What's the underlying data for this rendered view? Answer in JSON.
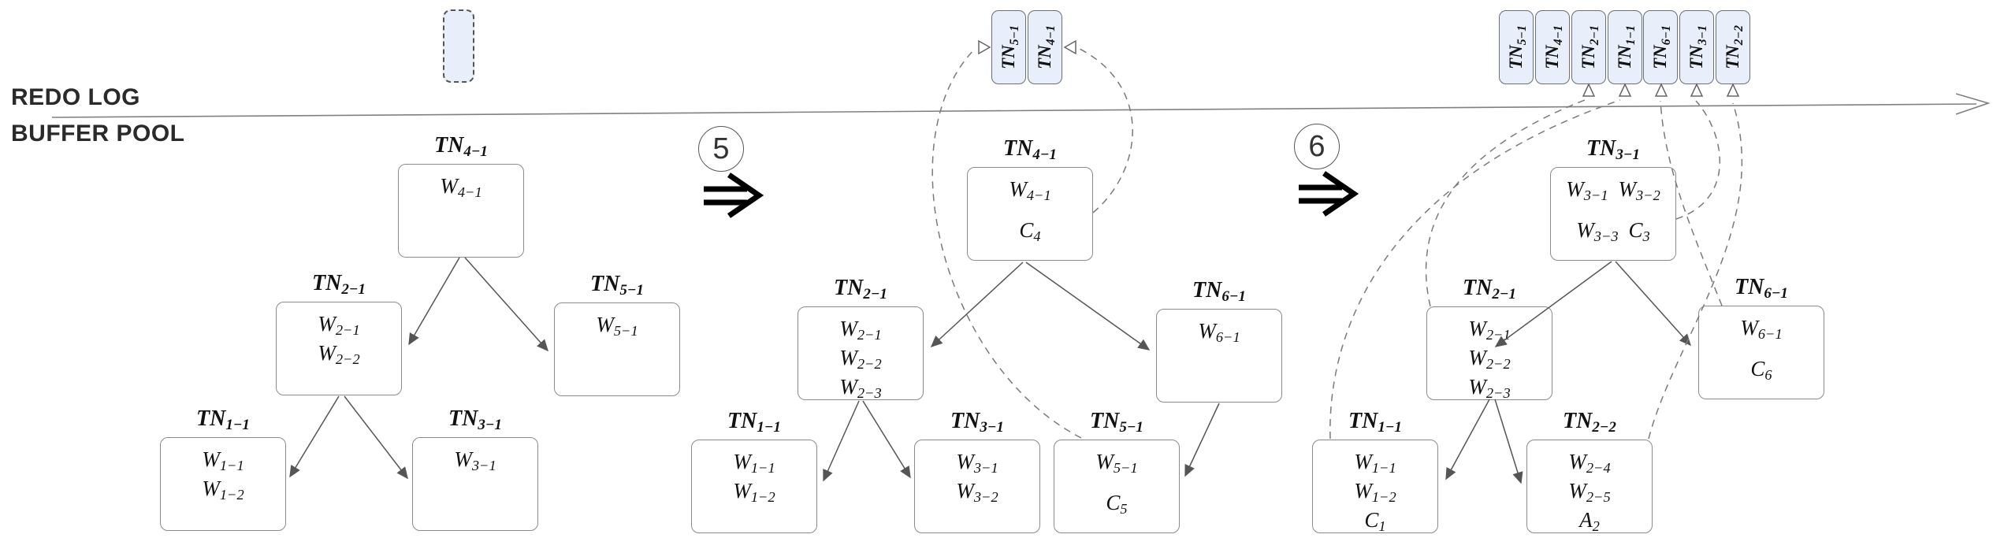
{
  "header": {
    "redo_log_label": "REDO LOG",
    "buffer_pool_label": "BUFFER POOL"
  },
  "steps": [
    {
      "number": "5",
      "arrow_icon": "double-arrow-right"
    },
    {
      "number": "6",
      "arrow_icon": "double-arrow-right"
    }
  ],
  "redo_log": {
    "empty_slot_present": true,
    "middle_entries": [
      {
        "base": "TN",
        "sub": "5−1"
      },
      {
        "base": "TN",
        "sub": "4−1"
      }
    ],
    "right_entries": [
      {
        "base": "TN",
        "sub": "5−1"
      },
      {
        "base": "TN",
        "sub": "4−1"
      },
      {
        "base": "TN",
        "sub": "2−1"
      },
      {
        "base": "TN",
        "sub": "1−1"
      },
      {
        "base": "TN",
        "sub": "6−1"
      },
      {
        "base": "TN",
        "sub": "3−1"
      },
      {
        "base": "TN",
        "sub": "2−2"
      }
    ]
  },
  "buffer_pool": {
    "trees": [
      {
        "name": "state-1",
        "nodes": [
          {
            "id": "t1-tn4-1",
            "label": {
              "base": "TN",
              "sub": "4−1"
            },
            "lines": [
              [
                {
                  "base": "W",
                  "sub": "4−1"
                }
              ]
            ]
          },
          {
            "id": "t1-tn2-1",
            "label": {
              "base": "TN",
              "sub": "2−1"
            },
            "lines": [
              [
                {
                  "base": "W",
                  "sub": "2−1"
                }
              ],
              [
                {
                  "base": "W",
                  "sub": "2−2"
                }
              ]
            ]
          },
          {
            "id": "t1-tn5-1",
            "label": {
              "base": "TN",
              "sub": "5−1"
            },
            "lines": [
              [
                {
                  "base": "W",
                  "sub": "5−1"
                }
              ]
            ]
          },
          {
            "id": "t1-tn1-1",
            "label": {
              "base": "TN",
              "sub": "1−1"
            },
            "lines": [
              [
                {
                  "base": "W",
                  "sub": "1−1"
                }
              ],
              [
                {
                  "base": "W",
                  "sub": "1−2"
                }
              ]
            ]
          },
          {
            "id": "t1-tn3-1",
            "label": {
              "base": "TN",
              "sub": "3−1"
            },
            "lines": [
              [
                {
                  "base": "W",
                  "sub": "3−1"
                }
              ]
            ]
          }
        ]
      },
      {
        "name": "state-2",
        "nodes": [
          {
            "id": "t2-tn4-1",
            "label": {
              "base": "TN",
              "sub": "4−1"
            },
            "lines": [
              [
                {
                  "base": "W",
                  "sub": "4−1"
                }
              ],
              [
                {
                  "base": "C",
                  "sub": "4"
                }
              ]
            ]
          },
          {
            "id": "t2-tn2-1",
            "label": {
              "base": "TN",
              "sub": "2−1"
            },
            "lines": [
              [
                {
                  "base": "W",
                  "sub": "2−1"
                }
              ],
              [
                {
                  "base": "W",
                  "sub": "2−2"
                }
              ],
              [
                {
                  "base": "W",
                  "sub": "2−3"
                }
              ]
            ]
          },
          {
            "id": "t2-tn6-1",
            "label": {
              "base": "TN",
              "sub": "6−1"
            },
            "lines": [
              [
                {
                  "base": "W",
                  "sub": "6−1"
                }
              ]
            ]
          },
          {
            "id": "t2-tn1-1",
            "label": {
              "base": "TN",
              "sub": "1−1"
            },
            "lines": [
              [
                {
                  "base": "W",
                  "sub": "1−1"
                }
              ],
              [
                {
                  "base": "W",
                  "sub": "1−2"
                }
              ]
            ]
          },
          {
            "id": "t2-tn3-1",
            "label": {
              "base": "TN",
              "sub": "3−1"
            },
            "lines": [
              [
                {
                  "base": "W",
                  "sub": "3−1"
                }
              ],
              [
                {
                  "base": "W",
                  "sub": "3−2"
                }
              ]
            ]
          },
          {
            "id": "t2-tn5-1",
            "label": {
              "base": "TN",
              "sub": "5−1"
            },
            "lines": [
              [
                {
                  "base": "W",
                  "sub": "5−1"
                }
              ],
              [
                {
                  "base": "C",
                  "sub": "5"
                }
              ]
            ]
          }
        ]
      },
      {
        "name": "state-3",
        "nodes": [
          {
            "id": "t3-tn3-1",
            "label": {
              "base": "TN",
              "sub": "3−1"
            },
            "lines": [
              [
                {
                  "base": "W",
                  "sub": "3−1"
                },
                {
                  "base": "W",
                  "sub": "3−2"
                }
              ],
              [
                {
                  "base": "W",
                  "sub": "3−3"
                },
                {
                  "base": "C",
                  "sub": "3"
                }
              ]
            ]
          },
          {
            "id": "t3-tn2-1",
            "label": {
              "base": "TN",
              "sub": "2−1"
            },
            "lines": [
              [
                {
                  "base": "W",
                  "sub": "2−1"
                }
              ],
              [
                {
                  "base": "W",
                  "sub": "2−2"
                }
              ],
              [
                {
                  "base": "W",
                  "sub": "2−3"
                }
              ]
            ]
          },
          {
            "id": "t3-tn6-1",
            "label": {
              "base": "TN",
              "sub": "6−1"
            },
            "lines": [
              [
                {
                  "base": "W",
                  "sub": "6−1"
                }
              ],
              [
                {
                  "base": "C",
                  "sub": "6"
                }
              ]
            ]
          },
          {
            "id": "t3-tn1-1",
            "label": {
              "base": "TN",
              "sub": "1−1"
            },
            "lines": [
              [
                {
                  "base": "W",
                  "sub": "1−1"
                }
              ],
              [
                {
                  "base": "W",
                  "sub": "1−2"
                }
              ],
              [
                {
                  "base": "C",
                  "sub": "1"
                }
              ]
            ]
          },
          {
            "id": "t3-tn2-2",
            "label": {
              "base": "TN",
              "sub": "2−2"
            },
            "lines": [
              [
                {
                  "base": "W",
                  "sub": "2−4"
                }
              ],
              [
                {
                  "base": "W",
                  "sub": "2−5"
                }
              ],
              [
                {
                  "base": "A",
                  "sub": "2"
                }
              ]
            ]
          }
        ]
      }
    ]
  },
  "colors": {
    "entry_fill": "#e9effa",
    "entry_border": "#6a7076",
    "node_border": "#8b8b8b",
    "solid_arrow": "#555555",
    "dashed_arrow": "#7a7a7a",
    "text": "#111111"
  }
}
